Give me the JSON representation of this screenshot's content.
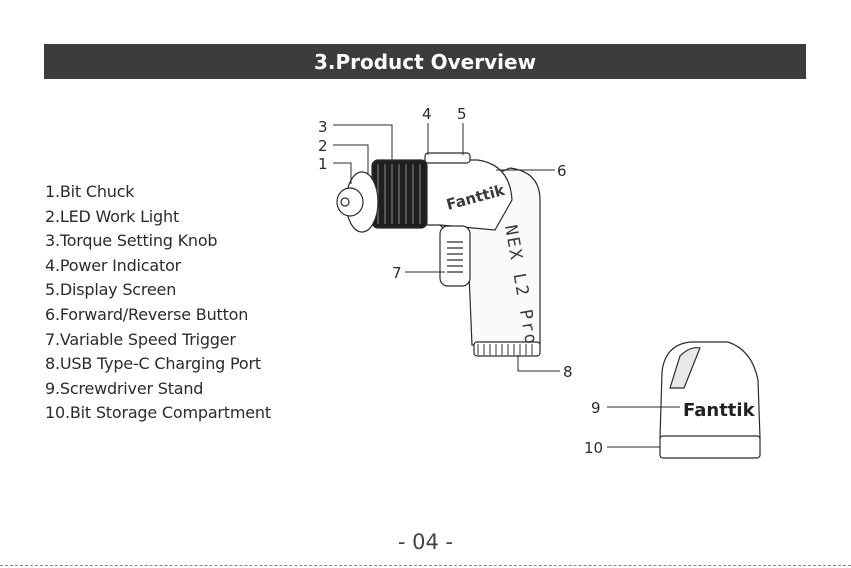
{
  "section_title": "3.Product Overview",
  "parts": [
    "1.Bit Chuck",
    "2.LED Work Light",
    "3.Torque Setting Knob",
    "4.Power Indicator",
    "5.Display Screen",
    "6.Forward/Reverse Button",
    "7.Variable Speed Trigger",
    "8.USB Type-C Charging Port",
    "9.Screwdriver Stand",
    "10.Bit Storage Compartment"
  ],
  "callouts": {
    "c1": "1",
    "c2": "2",
    "c3": "3",
    "c4": "4",
    "c5": "5",
    "c6": "6",
    "c7": "7",
    "c8": "8",
    "c9": "9",
    "c10": "10"
  },
  "brand": "Fanttik",
  "model_text": "NEX L2 Pro",
  "page_number": "- 04 -",
  "colors": {
    "header_bg": "#3d3b3c",
    "header_text": "#ffffff",
    "line": "#2b2b2b"
  }
}
